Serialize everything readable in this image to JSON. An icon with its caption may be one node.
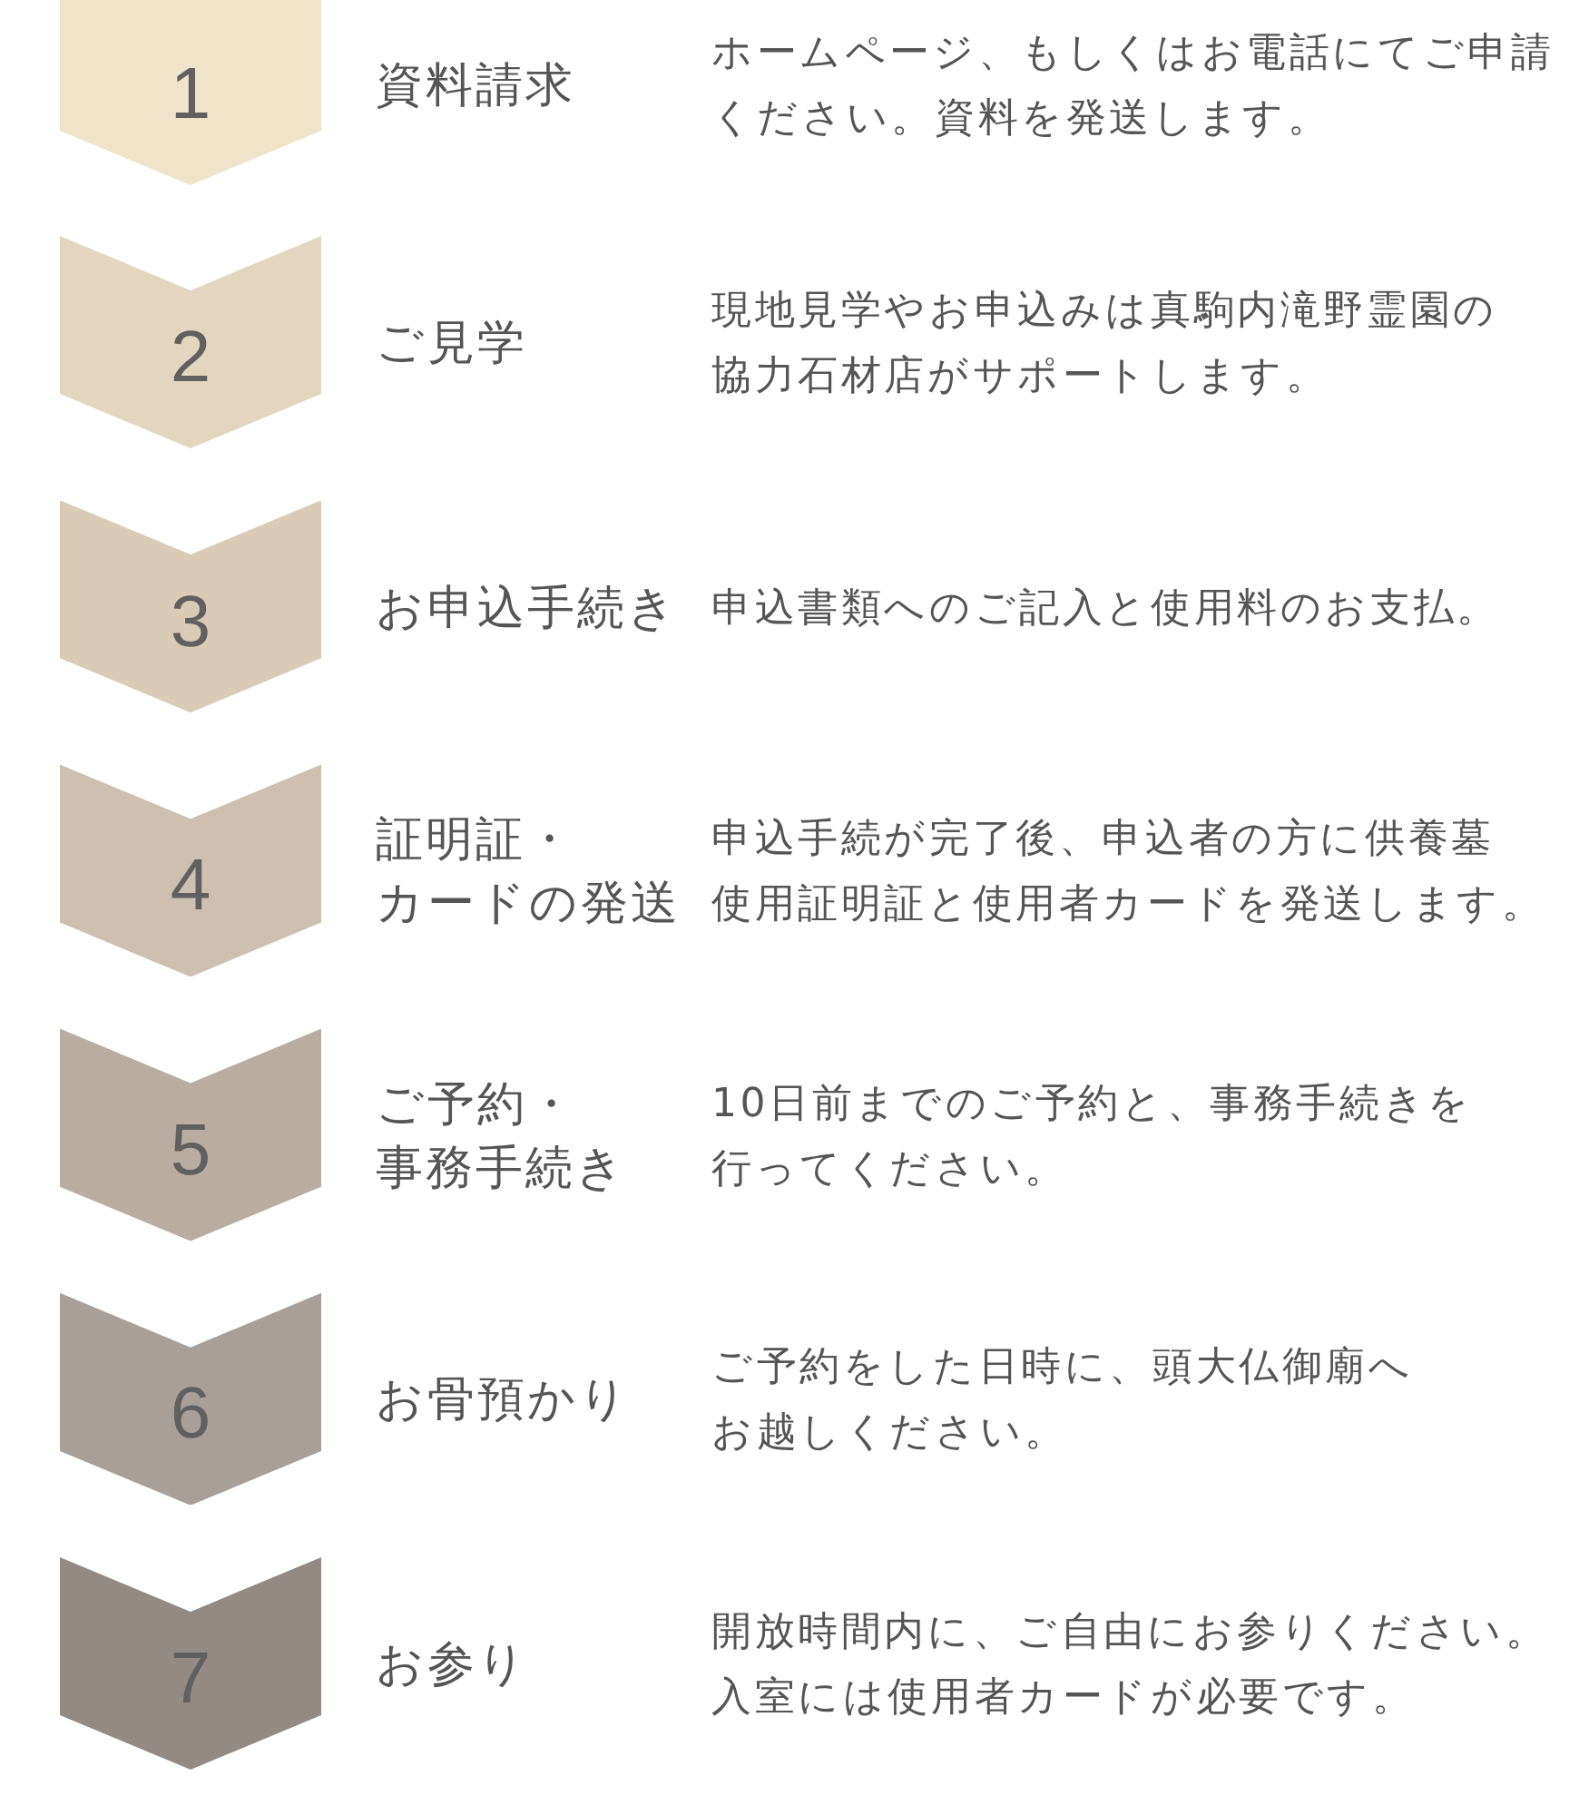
{
  "diagram": {
    "nodes": [
      {
        "text": [
          "1"
        ],
        "beside": [
          "資料請求"
        ]
      },
      {
        "text": [
          "2"
        ],
        "beside": [
          "ご見学"
        ]
      },
      {
        "text": [
          "3"
        ],
        "beside": [
          "お申込手続き"
        ]
      },
      {
        "text": [
          "4"
        ],
        "beside": [
          "証明証・カードの発送"
        ]
      },
      {
        "text": [
          "5"
        ],
        "beside": [
          "ご予約・事務手続き"
        ]
      },
      {
        "text": [
          "6"
        ],
        "beside": [
          "お骨預かり"
        ]
      },
      {
        "text": [
          "7"
        ],
        "beside": [
          "お参り"
        ]
      }
    ],
    "labels": [
      "ホームページ、もしくはお電話にてご申請ください。資料を発送します。",
      "現地見学やお申込みは真駒内滝野霊園の協力石材店がサポートします。",
      "申込書類へのご記入と使用料のお支払。",
      "申込手続が完了後、申込者の方に供養墓使用証明証と使用者カードを発送します。",
      "10日前までのご予約と、事務手続きを行ってください。",
      "ご予約をした日時に、頭大仏御廟へお越しください。",
      "開放時間内に、ご自由にお参りください。入室には使用者カードが必要です。"
    ]
  }
}
